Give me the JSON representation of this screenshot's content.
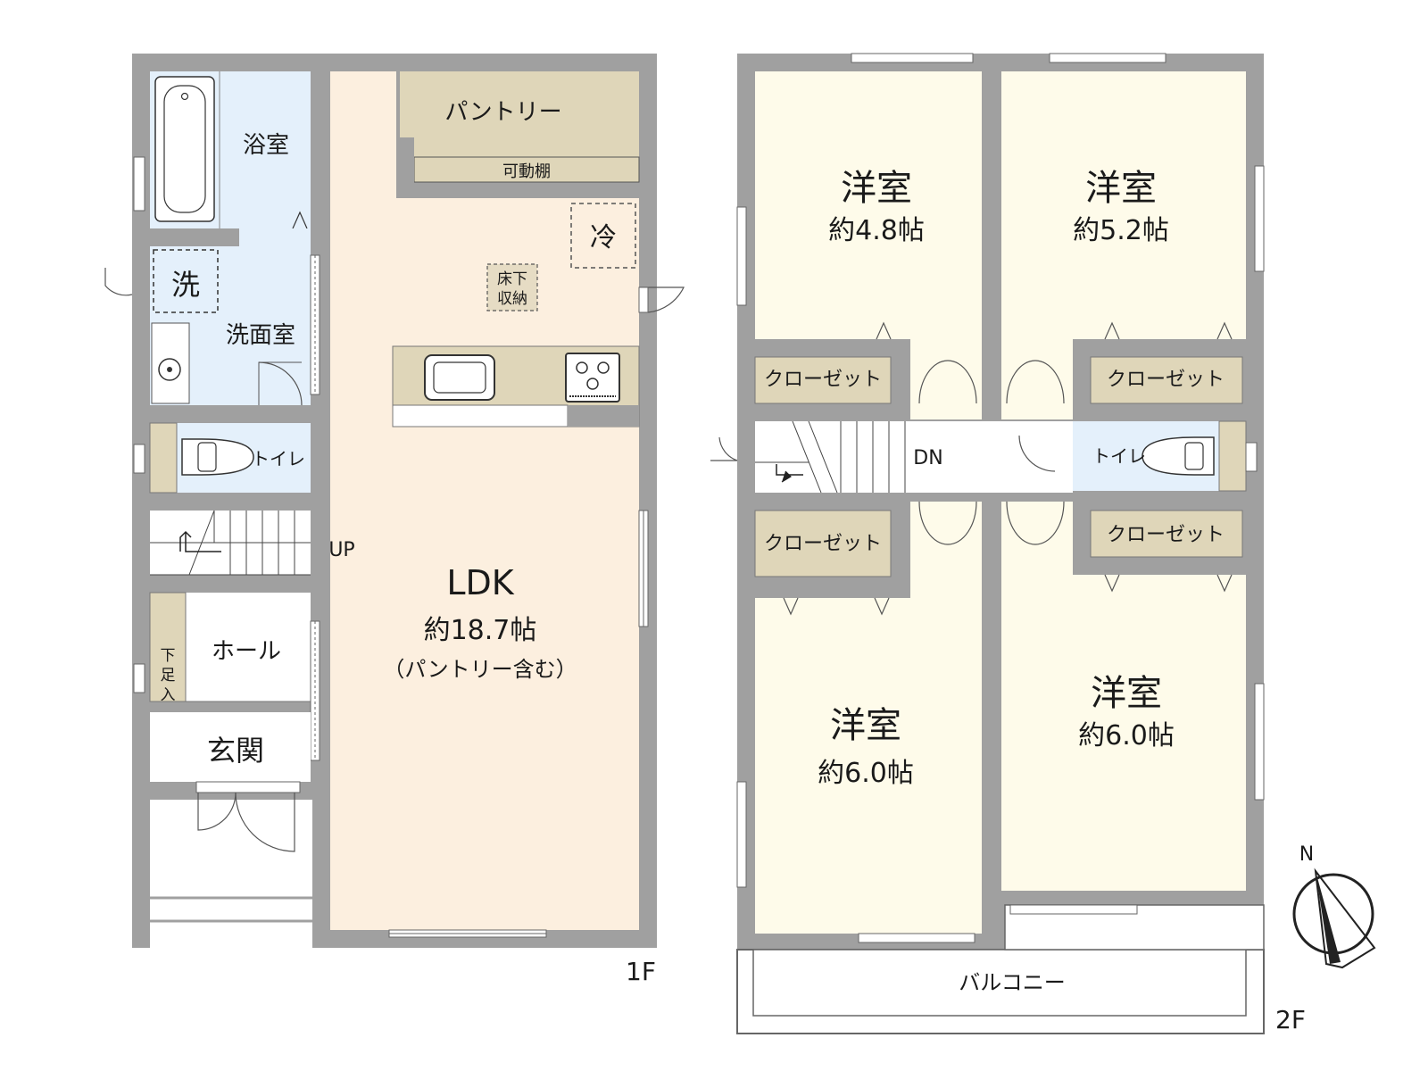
{
  "floor1": {
    "label": "1F",
    "rooms": {
      "bath": "浴室",
      "washroom": "洗面室",
      "washer": "洗",
      "toilet": "トイレ",
      "ldk": "LDK",
      "ldk_size": "約18.7帖",
      "ldk_note": "（パントリー含む）",
      "pantry": "パントリー",
      "shelf": "可動棚",
      "fridge": "冷",
      "underfloor_1": "床下",
      "underfloor_2": "収納",
      "hall": "ホール",
      "shoe_1": "下",
      "shoe_2": "足",
      "shoe_3": "入",
      "entrance": "玄関",
      "stairs": "UP"
    }
  },
  "floor2": {
    "label": "2F",
    "rooms": {
      "room_nw": "洋室",
      "room_nw_size": "約4.8帖",
      "room_ne": "洋室",
      "room_ne_size": "約5.2帖",
      "room_sw": "洋室",
      "room_sw_size": "約6.0帖",
      "room_se": "洋室",
      "room_se_size": "約6.0帖",
      "closet": "クローゼット",
      "toilet": "トイレ",
      "stairs": "DN",
      "balcony": "バルコニー"
    }
  },
  "compass": {
    "north": "N"
  },
  "colors": {
    "wall": "#a0a0a0",
    "ldk": "#fcefdf",
    "wet": "#e4f0fb",
    "bedroom": "#fefbea",
    "storage": "#dfd6b9",
    "white": "#ffffff"
  }
}
